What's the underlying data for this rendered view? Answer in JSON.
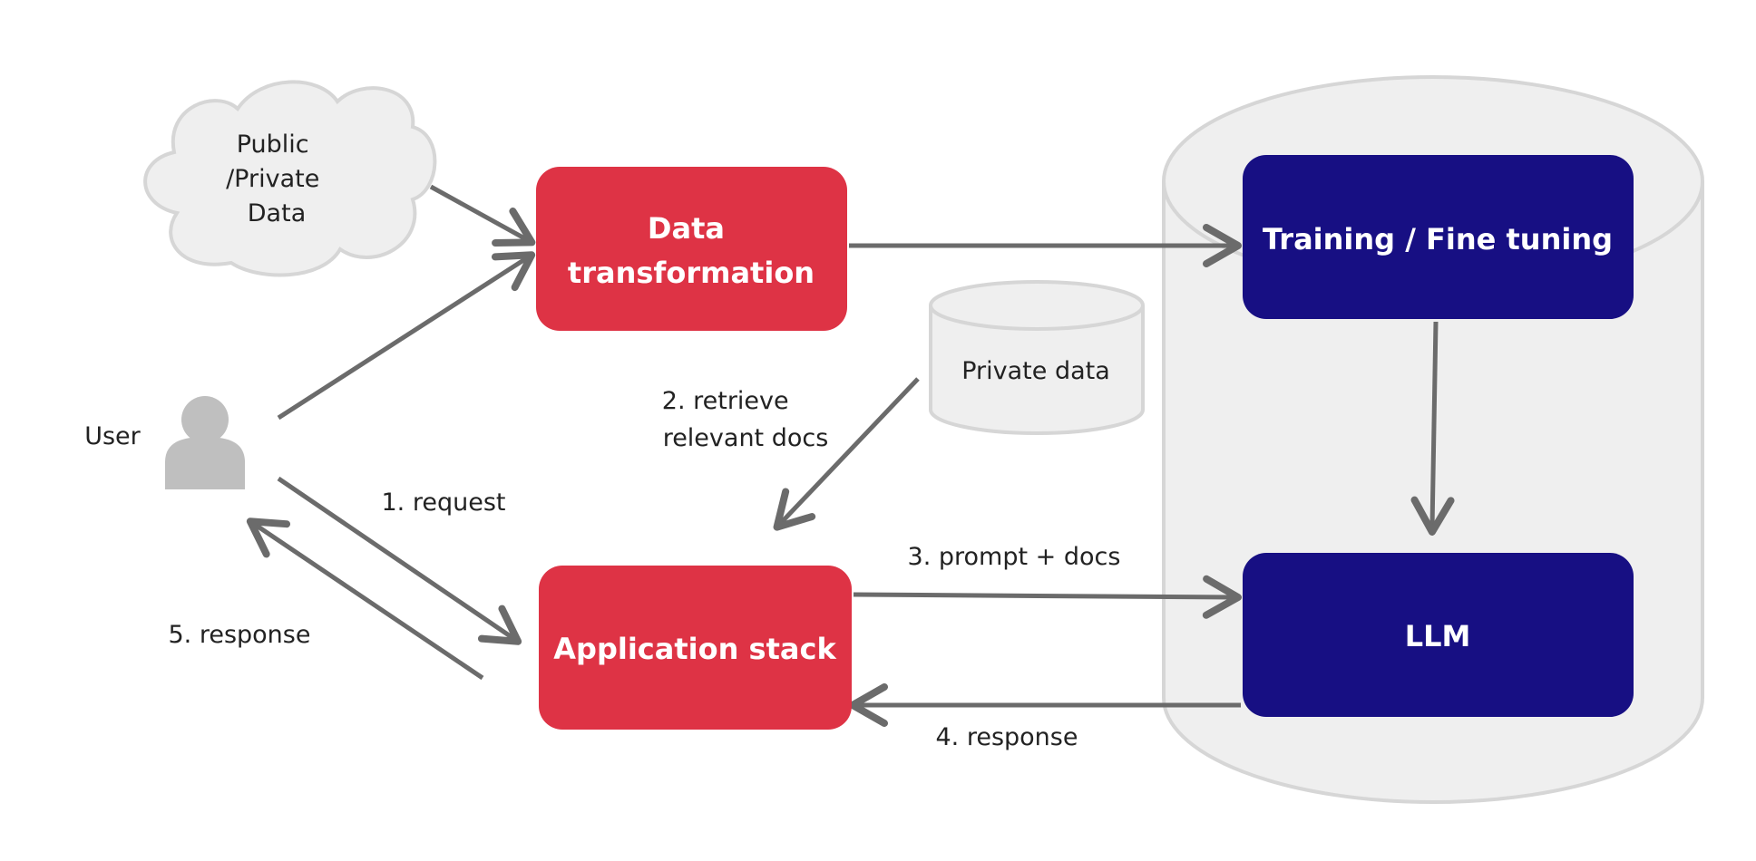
{
  "nodes": {
    "cloud": {
      "lines": [
        "Public",
        "/Private",
        "Data"
      ]
    },
    "data_transformation": {
      "lines": [
        "Data",
        "transformation"
      ]
    },
    "training": {
      "label": "Training / Fine tuning"
    },
    "private_data": {
      "label": "Private data"
    },
    "user": {
      "label": "User"
    },
    "application_stack": {
      "label": "Application stack"
    },
    "llm": {
      "label": "LLM"
    }
  },
  "edges": {
    "request": {
      "label": "1. request"
    },
    "retrieve": {
      "lines": [
        "2. retrieve",
        "relevant docs"
      ]
    },
    "prompt": {
      "label": "3. prompt + docs"
    },
    "response_llm": {
      "label": "4. response"
    },
    "response_user": {
      "label": "5. response"
    }
  },
  "colors": {
    "process_box": "#de3345",
    "model_box": "#170f83",
    "arrow": "#6b6b6b",
    "store": "#efefef"
  }
}
